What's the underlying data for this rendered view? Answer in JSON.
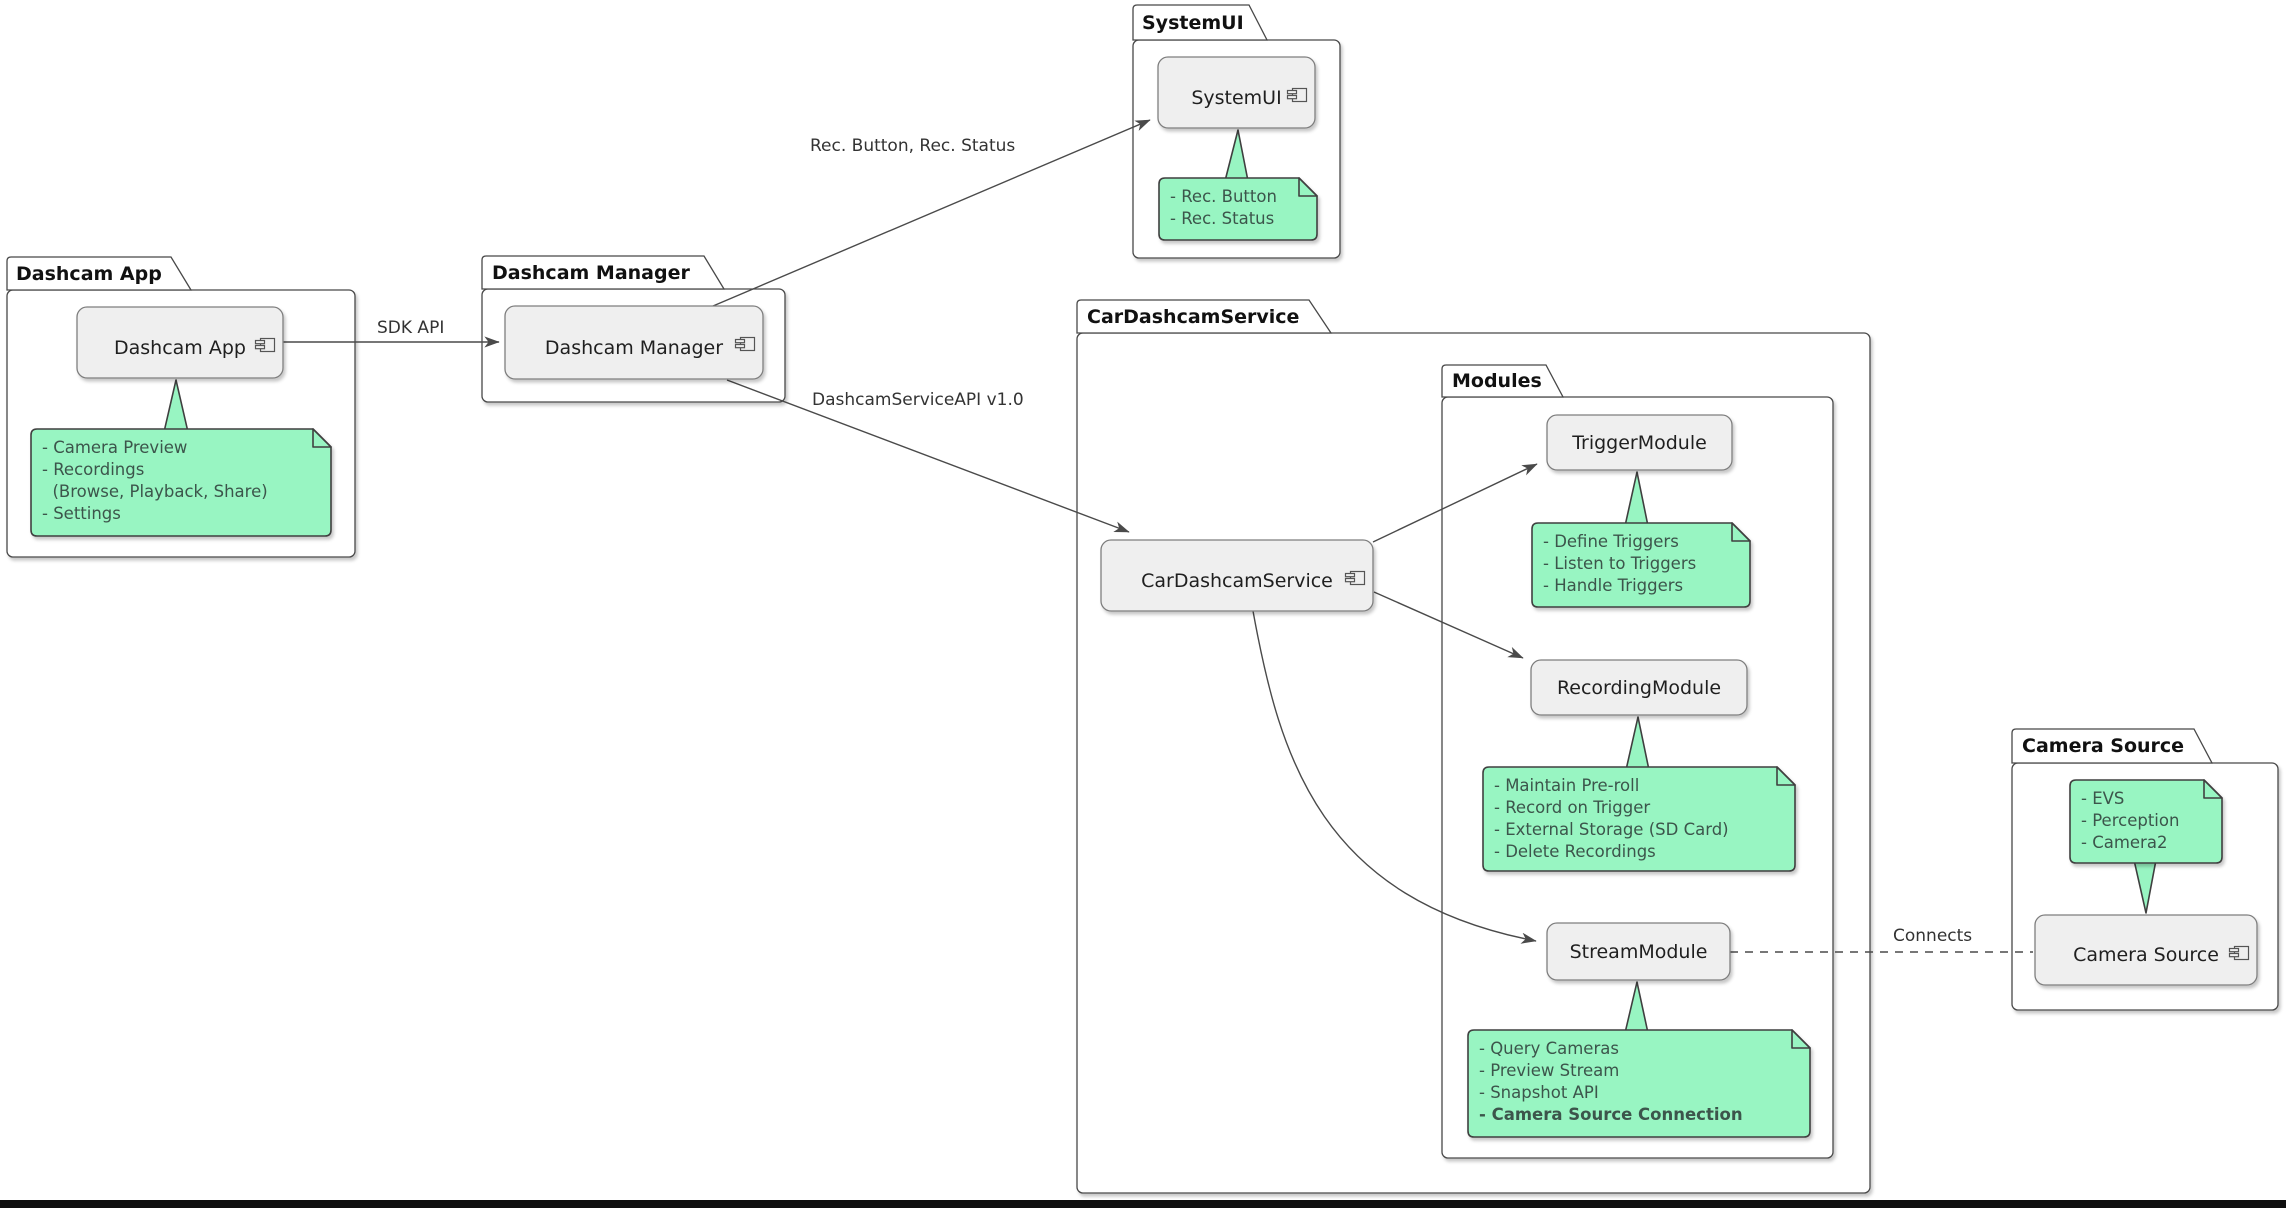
{
  "packages": {
    "dashcam_app": {
      "title": "Dashcam App"
    },
    "dashcam_manager": {
      "title": "Dashcam Manager"
    },
    "system_ui": {
      "title": "SystemUI"
    },
    "car_dashcam_service": {
      "title": "CarDashcamService"
    },
    "modules": {
      "title": "Modules"
    },
    "camera_source": {
      "title": "Camera Source"
    }
  },
  "components": {
    "dashcam_app": "Dashcam App",
    "dashcam_manager": "Dashcam Manager",
    "system_ui": "SystemUI",
    "car_dashcam_service": "CarDashcamService",
    "trigger_module": "TriggerModule",
    "recording_module": "RecordingModule",
    "stream_module": "StreamModule",
    "camera_source": "Camera Source"
  },
  "notes": {
    "dashcam_app": {
      "lines": [
        "- Camera Preview",
        "- Recordings",
        "  (Browse, Playback, Share)",
        "- Settings"
      ]
    },
    "system_ui": {
      "lines": [
        "- Rec. Button",
        "- Rec. Status"
      ]
    },
    "trigger": {
      "lines": [
        "- Define Triggers",
        "- Listen to Triggers",
        "- Handle Triggers"
      ]
    },
    "recording": {
      "lines": [
        "- Maintain Pre-roll",
        "- Record on Trigger",
        "- External Storage (SD Card)",
        "- Delete Recordings"
      ]
    },
    "stream": {
      "lines": [
        "- Query Cameras",
        "- Preview Stream",
        "- Snapshot API",
        "- Camera Source Connection"
      ],
      "bold_line_index": 3
    },
    "camera_source": {
      "lines": [
        "- EVS",
        "- Perception",
        "- Camera2"
      ]
    }
  },
  "edges": {
    "sdk_api": "SDK API",
    "rec_button_status": "Rec. Button, Rec. Status",
    "dashcam_service_api": "DashcamServiceAPI v1.0",
    "connects": "Connects"
  },
  "colors": {
    "note_fill": "#98F5C2",
    "note_border": "#3f3f3f",
    "note_text": "#3C554B",
    "component_fill": "#EFEFEF",
    "component_border": "#7e7e7e",
    "package_border": "#484848",
    "edge_color": "#4a4a4a",
    "bottom_bar": "#0f0f0f"
  }
}
